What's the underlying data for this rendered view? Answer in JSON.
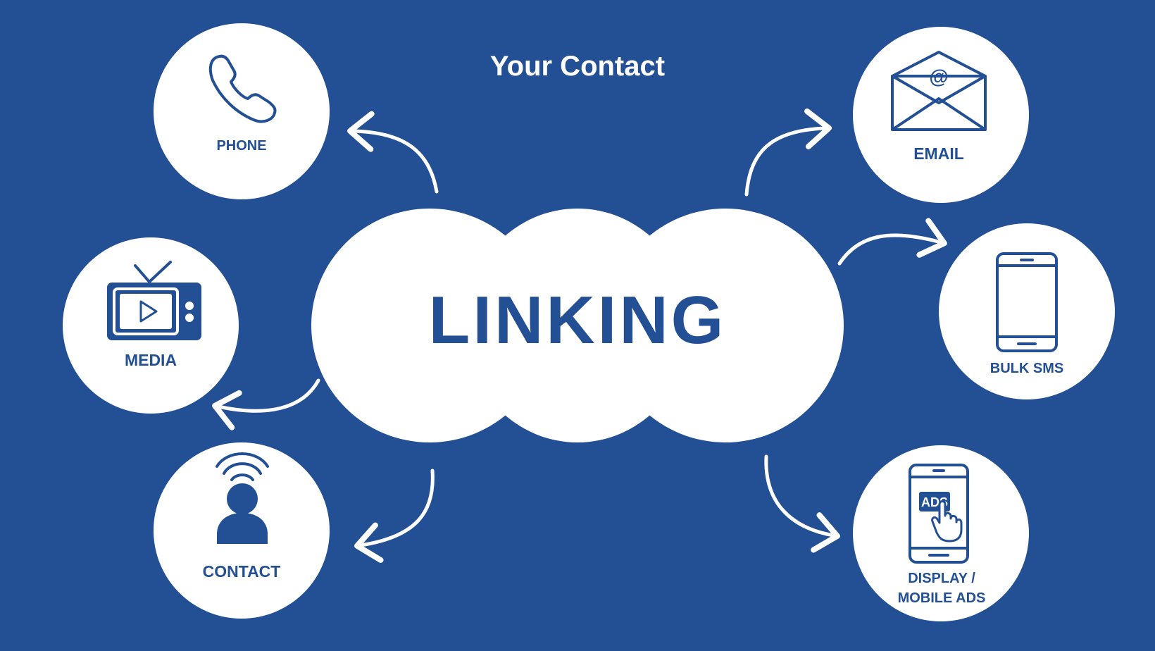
{
  "title": "Your Contact",
  "center": {
    "label": "LINKING"
  },
  "nodes": {
    "phone": {
      "label": "PHONE"
    },
    "media": {
      "label": "MEDIA"
    },
    "contact": {
      "label": "CONTACT"
    },
    "email": {
      "label": "EMAIL"
    },
    "sms": {
      "label": "BULK SMS"
    },
    "ads": {
      "label_line1": "DISPLAY /",
      "label_line2": "MOBILE ADS",
      "badge": "ADS"
    }
  },
  "colors": {
    "background": "#235094",
    "foreground": "#ffffff",
    "accent": "#235094"
  },
  "icons": {
    "phone": "phone-handset-icon",
    "media": "tv-icon",
    "contact": "person-signal-icon",
    "email": "envelope-icon",
    "sms": "smartphone-icon",
    "ads": "mobile-ads-icon"
  }
}
